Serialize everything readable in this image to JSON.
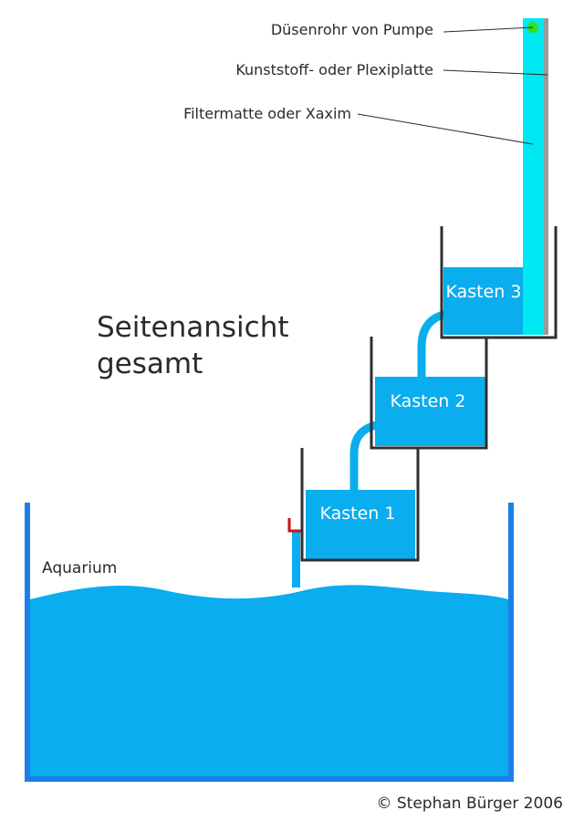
{
  "callouts": {
    "nozzle": "Düsenrohr von Pumpe",
    "plate": "Kunststoff- oder Plexiplatte",
    "filter": "Filtermatte oder Xaxim"
  },
  "title": {
    "line1": "Seitenansicht",
    "line2": "gesamt"
  },
  "boxes": {
    "box1": "Kasten 1",
    "box2": "Kasten 2",
    "box3": "Kasten 3"
  },
  "aquarium_label": "Aquarium",
  "copyright": "© Stephan Bürger 2006",
  "colors": {
    "water": "#0AADEE",
    "filter_mat": "#00E8F2",
    "plate": "#9A9A9A",
    "nozzle": "#33DD22",
    "tank_wall": "#1B80E8",
    "box_wall": "#2F2F2F",
    "valve": "#CC1111"
  }
}
